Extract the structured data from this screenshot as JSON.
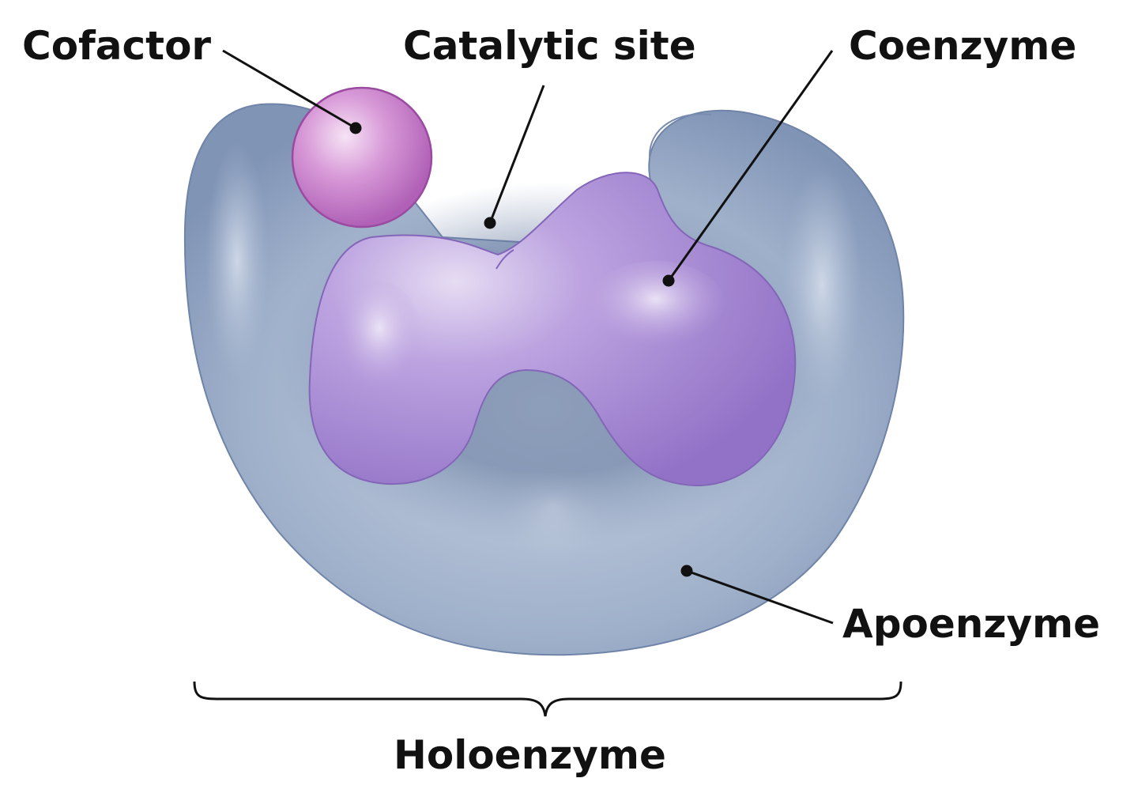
{
  "labels": {
    "cofactor": "Cofactor",
    "catalytic_site": "Catalytic site",
    "coenzyme": "Coenzyme",
    "apoenzyme": "Apoenzyme",
    "holoenzyme": "Holoenzyme"
  },
  "colors": {
    "apoenzyme_fill": "#9aabc6",
    "apoenzyme_edge": "#6f84a8",
    "coenzyme_fill": "#a98ad4",
    "coenzyme_edge": "#8466b8",
    "cofactor_fill": "#c477c8",
    "cofactor_edge": "#9a4aa0",
    "line": "#111111"
  }
}
